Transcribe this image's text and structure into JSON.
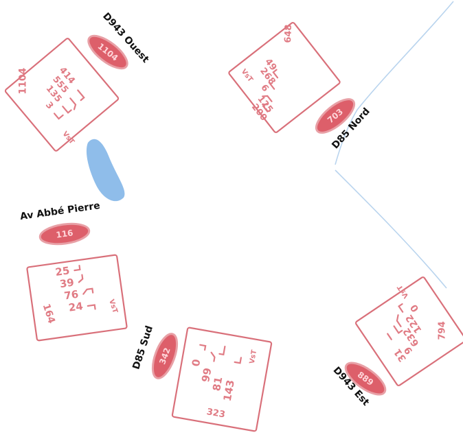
{
  "roads": {
    "d943_ouest": {
      "label": "D943 Ouest",
      "marker_value": "1104",
      "box_total": "1104",
      "counts": [
        "414",
        "555",
        "135",
        "3"
      ],
      "vt": "VsT"
    },
    "d85_nord": {
      "label": "D85 Nord",
      "marker_value": "703",
      "box_total": "648",
      "counts": [
        "49",
        "268",
        "6",
        "125",
        "200"
      ],
      "vt": "VsT"
    },
    "av_abbe_pierre": {
      "label": "Av Abbé Pierre",
      "marker_value": "116",
      "box_total": "164",
      "counts": [
        "25",
        "39",
        "76",
        "24"
      ],
      "vt": "VsT"
    },
    "d85_sud": {
      "label": "D85 Sud",
      "marker_value": "342",
      "box_total": "323",
      "counts": [
        "0",
        "99",
        "81",
        "143"
      ],
      "vt": "VsT"
    },
    "d943_est": {
      "label": "D943 Est",
      "marker_value": "889",
      "box_total": "794",
      "counts": [
        "0",
        "122",
        "632",
        "9",
        "31"
      ],
      "vt": "VsT"
    }
  },
  "colors": {
    "count_pink": "#d9707a",
    "marker_red": "#dd5f6a",
    "island_blue": "#8fbdea",
    "road_line_blue": "#b9d4ee",
    "label_black": "#111111"
  }
}
